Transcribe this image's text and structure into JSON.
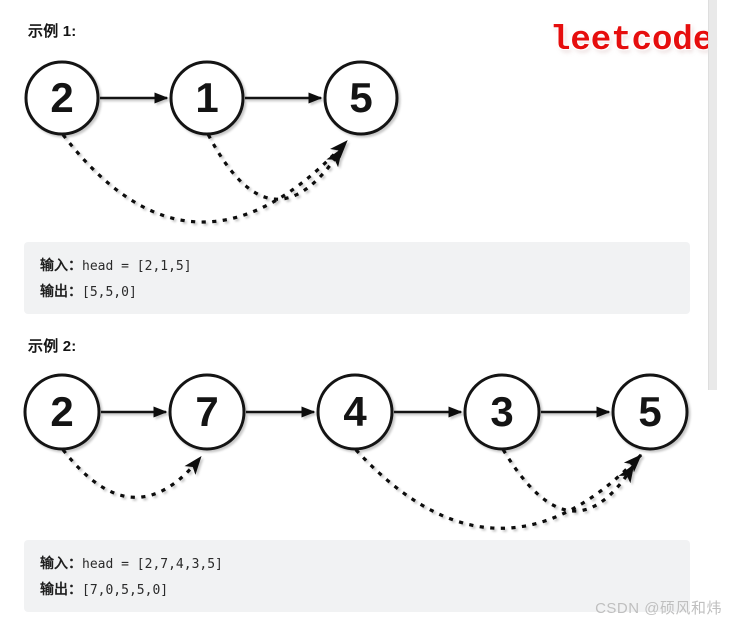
{
  "examples": [
    {
      "label": "示例 1:",
      "nodes": [
        "2",
        "1",
        "5"
      ],
      "io": {
        "input_label": "输入：",
        "input_value": "head = [2,1,5]",
        "output_label": "输出：",
        "output_value": "[5,5,0]"
      }
    },
    {
      "label": "示例 2:",
      "nodes": [
        "2",
        "7",
        "4",
        "3",
        "5"
      ],
      "io": {
        "input_label": "输入：",
        "input_value": "head = [2,7,4,3,5]",
        "output_label": "输出：",
        "output_value": "[7,0,5,5,0]"
      }
    }
  ],
  "watermarks": {
    "leetcode": {
      "text": "leetcode",
      "color": "#e60e0e"
    },
    "csdn": {
      "text": "CSDN @硕风和炜",
      "color": "#bfbfbf"
    }
  },
  "colors": {
    "page_background": "#ffffff",
    "io_box_background": "#f1f2f3",
    "node_stroke": "#141414",
    "text": "#1f1f1f",
    "scrollbar_thumb": "#e9e9e9"
  }
}
